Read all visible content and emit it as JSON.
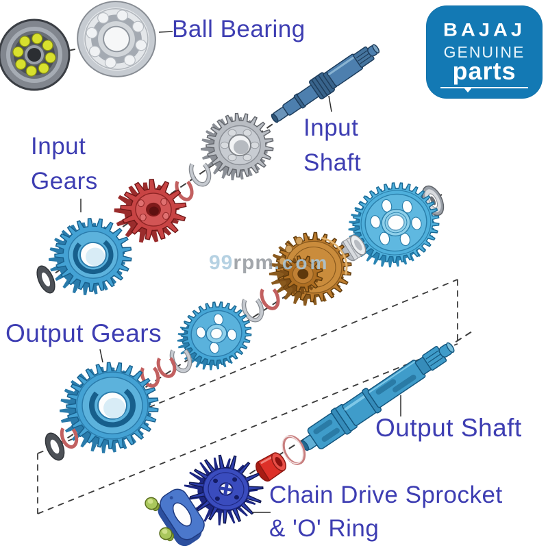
{
  "logo": {
    "brand": "BAJAJ",
    "line1": "GENUINE",
    "line2": "parts"
  },
  "labels": {
    "ball_bearing": "Ball Bearing",
    "input_gears_l1": "Input",
    "input_gears_l2": "Gears",
    "input_shaft_l1": "Input",
    "input_shaft_l2": "Shaft",
    "output_gears": "Output Gears",
    "output_shaft": "Output Shaft",
    "chain_l1": "Chain Drive Sprocket",
    "chain_l2": "& 'O' Ring"
  },
  "watermark": {
    "p1": "99",
    "p2": "rpm",
    "p3": ".com"
  },
  "parts": [
    "ball-bearing-left",
    "ball-bearing-right",
    "input-shaft",
    "input-gear-silver",
    "input-gear-red",
    "input-gear-blue",
    "snap-ring",
    "circlip",
    "washer",
    "output-gear-large-blue",
    "output-gear-cyan",
    "dog-gear-bronze",
    "bushing",
    "output-gear-large-cyan",
    "small-bearing",
    "output-shaft",
    "o-ring",
    "red-collar",
    "chain-drive-sprocket",
    "retainer-plate",
    "bolt-green"
  ],
  "colors": {
    "background": "#ffffff",
    "label_text": "#3d3db2",
    "logo_bg": "#1379b4",
    "dash": "#3c3c3c",
    "leader": "#2a2a2a",
    "gear_blue": "#44a2d4",
    "gear_blue_dark": "#2a7bab",
    "gear_blue_edge": "#175f8c",
    "gear_blue_face": "#5cb2dc",
    "gear_red": "#c84444",
    "gear_red_dark": "#9a2c2c",
    "gear_red_edge": "#6e1616",
    "gear_silver": "#b9bdc3",
    "gear_silver_dark": "#8b8f96",
    "gear_silver_edge": "#63666c",
    "bronze": "#bc7c2e",
    "bronze_dark": "#8a5a1e",
    "bronze_edge": "#5e3a0c",
    "sprocket_navy": "#2e3fae",
    "sprocket_navy_dark": "#1d2782",
    "sprocket_edge": "#10174e",
    "plate_blue": "#4b78cc",
    "plate_edge": "#1e3a80",
    "bolt_green": "#a9c75c",
    "bolt_edge": "#5c7020",
    "collar_red": "#dd3028",
    "collar_edge": "#8e1812",
    "shaft_input": "#4d7fae",
    "shaft_input_edge": "#1e3d5c",
    "shaft_output": "#3f9cca",
    "shaft_output_edge": "#14567e",
    "clip_red": "#c26060",
    "clip_silver": "#c6cad0",
    "washer_dark": "#4d5157",
    "ball_yellow": "#d8e02e",
    "watermark_blue": "#a9c9de",
    "watermark_gray": "#94989e"
  }
}
